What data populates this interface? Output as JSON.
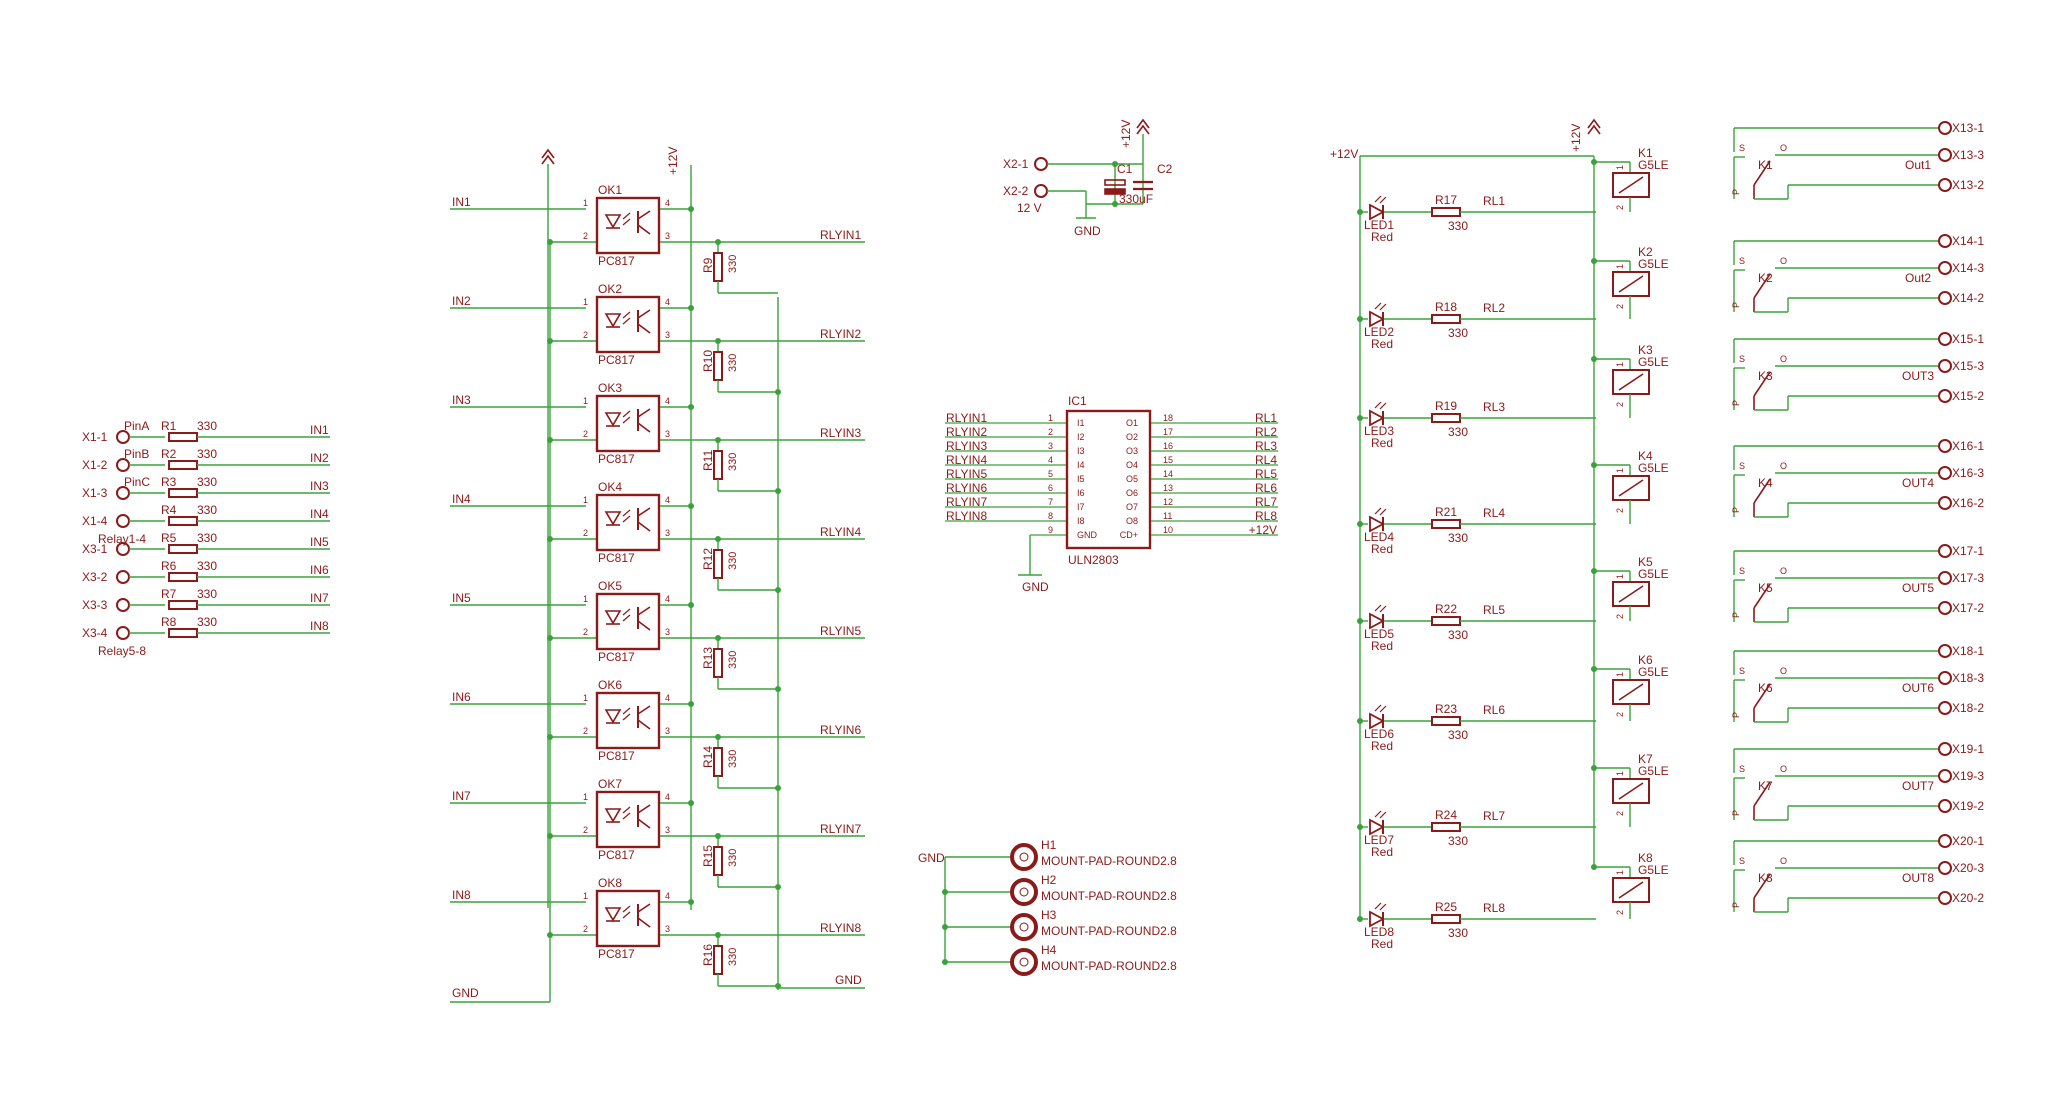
{
  "colors": {
    "wire": "#3aa23a",
    "part": "#8b1a1a",
    "label": "#8b1a1a",
    "background": "#ffffff"
  },
  "supply": {
    "v12": "+12V",
    "gnd": "GND"
  },
  "input_conn": {
    "pins": [
      "X1-1",
      "X1-2",
      "X1-3",
      "X1-4",
      "X3-1",
      "X3-2",
      "X3-3",
      "X3-4"
    ],
    "resistors": [
      "R1",
      "R2",
      "R3",
      "R4",
      "R5",
      "R6",
      "R7",
      "R8"
    ],
    "value": "330",
    "nets": [
      "IN1",
      "IN2",
      "IN3",
      "IN4",
      "IN5",
      "IN6",
      "IN7",
      "IN8"
    ],
    "pin_labels": [
      "PinA",
      "PinB",
      "PinC"
    ],
    "group_labels": [
      "Relay1-4",
      "Relay5-8"
    ]
  },
  "optos": {
    "names": [
      "OK1",
      "OK2",
      "OK3",
      "OK4",
      "OK5",
      "OK6",
      "OK7",
      "OK8"
    ],
    "part": "PC817",
    "inputs": [
      "IN1",
      "IN2",
      "IN3",
      "IN4",
      "IN5",
      "IN6",
      "IN7",
      "IN8"
    ],
    "outputs": [
      "RLYIN1",
      "RLYIN2",
      "RLYIN3",
      "RLYIN4",
      "RLYIN5",
      "RLYIN6",
      "RLYIN7",
      "RLYIN8"
    ],
    "pullups": [
      "R9",
      "R10",
      "R11",
      "R12",
      "R13",
      "R14",
      "R15",
      "R16"
    ],
    "value": "330",
    "pins": [
      "1",
      "2",
      "3",
      "4"
    ]
  },
  "power_in": {
    "conn": [
      "X2-1",
      "X2-2"
    ],
    "volt_label": "12 V",
    "caps": [
      "C1",
      "C2"
    ],
    "cap_value": "330uF"
  },
  "driver": {
    "name": "IC1",
    "part": "ULN2803",
    "inputs": [
      "RLYIN1",
      "RLYIN2",
      "RLYIN3",
      "RLYIN4",
      "RLYIN5",
      "RLYIN6",
      "RLYIN7",
      "RLYIN8"
    ],
    "in_pins": [
      "1",
      "2",
      "3",
      "4",
      "5",
      "6",
      "7",
      "8",
      "9"
    ],
    "in_names": [
      "I1",
      "I2",
      "I3",
      "I4",
      "I5",
      "I6",
      "I7",
      "I8",
      "GND"
    ],
    "out_pins": [
      "18",
      "17",
      "16",
      "15",
      "14",
      "13",
      "12",
      "11",
      "10"
    ],
    "out_names": [
      "O1",
      "O2",
      "O3",
      "O4",
      "O5",
      "O6",
      "O7",
      "O8",
      "CD+"
    ],
    "outputs": [
      "RL1",
      "RL2",
      "RL3",
      "RL4",
      "RL5",
      "RL6",
      "RL7",
      "RL8",
      "+12V"
    ]
  },
  "mounts": {
    "names": [
      "H1",
      "H2",
      "H3",
      "H4"
    ],
    "part": "MOUNT-PAD-ROUND2.8"
  },
  "leds": {
    "names": [
      "LED1",
      "LED2",
      "LED3",
      "LED4",
      "LED5",
      "LED6",
      "LED7",
      "LED8"
    ],
    "color": "Red",
    "resistors": [
      "R17",
      "R18",
      "R19",
      "R21",
      "R22",
      "R23",
      "R24",
      "R25"
    ],
    "value": "330",
    "nets": [
      "RL1",
      "RL2",
      "RL3",
      "RL4",
      "RL5",
      "RL6",
      "RL7",
      "RL8"
    ]
  },
  "relays": {
    "names": [
      "K1",
      "K2",
      "K3",
      "K4",
      "K5",
      "K6",
      "K7",
      "K8"
    ],
    "part": "G5LE",
    "coil_pins": [
      "1",
      "2"
    ]
  },
  "outputs": {
    "labels": [
      "Out1",
      "Out2",
      "OUT3",
      "OUT4",
      "OUT5",
      "OUT6",
      "OUT7",
      "OUT8"
    ],
    "conn_nums": [
      "13",
      "14",
      "15",
      "16",
      "17",
      "18",
      "19",
      "20"
    ],
    "suffixes": [
      "-1",
      "-3",
      "-2"
    ],
    "switch_pins": [
      "S",
      "O",
      "P"
    ]
  }
}
